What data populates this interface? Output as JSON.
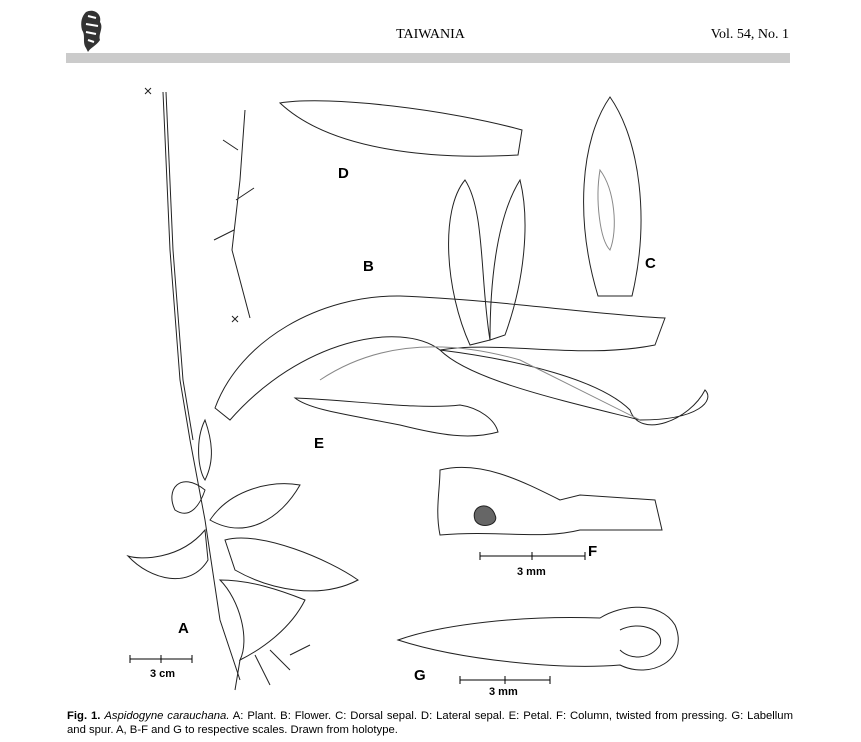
{
  "header": {
    "journal": "TAIWANIA",
    "volume": "Vol. 54, No. 1"
  },
  "figure": {
    "panel_labels": {
      "A": "A",
      "B": "B",
      "C": "C",
      "D": "D",
      "E": "E",
      "F": "F",
      "G": "G"
    },
    "scales": {
      "A": "3 cm",
      "F": "3 mm",
      "G": "3 mm"
    }
  },
  "caption": {
    "fig_number": "Fig. 1.",
    "species": "Aspidogyne carauchana.",
    "text": " A: Plant. B: Flower. C: Dorsal sepal. D: Lateral sepal. E: Petal. F: Column, twisted from pressing. G: Labellum and spur. A, B-F and G to respective scales. Drawn from holotype."
  }
}
